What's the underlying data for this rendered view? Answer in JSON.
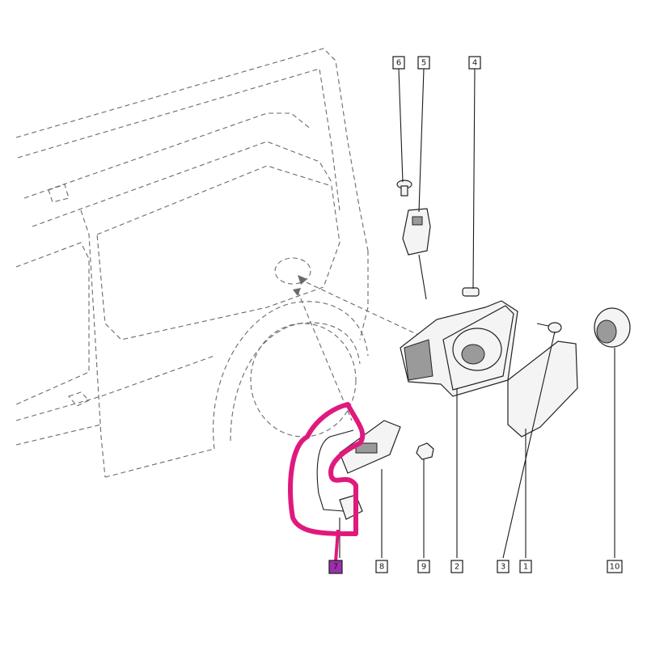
{
  "diagram": {
    "callouts": [
      {
        "id": "c1",
        "label": "1"
      },
      {
        "id": "c2",
        "label": "2"
      },
      {
        "id": "c3",
        "label": "3"
      },
      {
        "id": "c4",
        "label": "4"
      },
      {
        "id": "c5",
        "label": "5"
      },
      {
        "id": "c6",
        "label": "6"
      },
      {
        "id": "c7",
        "label": "7"
      },
      {
        "id": "c8",
        "label": "8"
      },
      {
        "id": "c9",
        "label": "9"
      },
      {
        "id": "c10",
        "label": "10"
      }
    ],
    "colors": {
      "highlight": "#e0197d",
      "highlighted_callout_fill": "#9b2fae",
      "line": "#1a1a1a",
      "dashed_outline": "#6a6a6a"
    }
  }
}
